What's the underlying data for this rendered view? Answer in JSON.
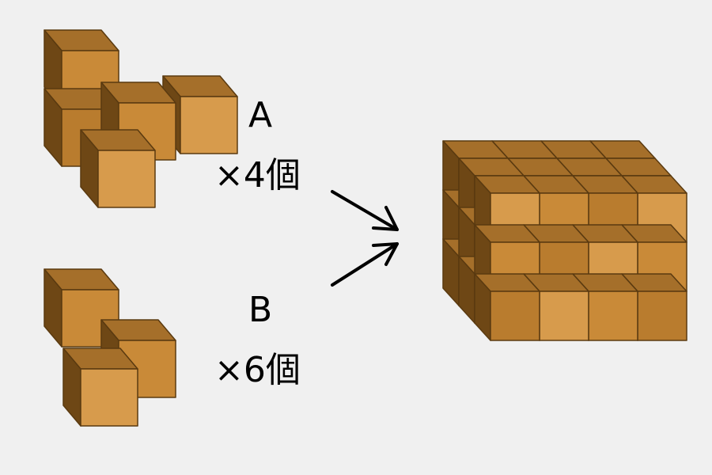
{
  "pieces": {
    "a": {
      "label": "A",
      "count": "×4個"
    },
    "b": {
      "label": "B",
      "count": "×6個"
    }
  },
  "assembled_shape": {
    "cols": 4,
    "rows": 3,
    "depth": 3
  },
  "colors": {
    "background": "#f0f0f0",
    "cube_front_light": "#d79b4c",
    "cube_front_mid": "#c98a38",
    "cube_front_dark": "#b97c2e",
    "cube_top": "#a56f2a",
    "cube_side": "#6e4715",
    "cube_edge": "#5a3a10",
    "arrow": "#000000"
  }
}
